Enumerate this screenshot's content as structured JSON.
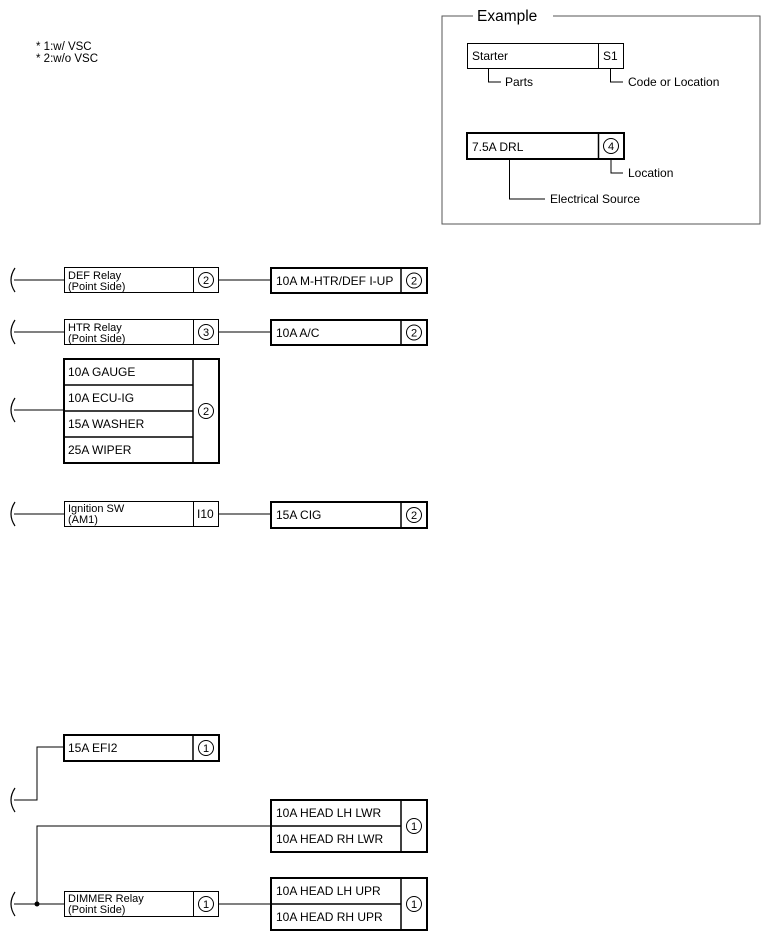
{
  "notes": [
    "* 1:w/ VSC",
    "* 2:w/o VSC"
  ],
  "example": {
    "title": "Example",
    "part_name": "Starter",
    "part_code": "S1",
    "parts_caption": "Parts",
    "code_caption": "Code or Location",
    "source_name": "7.5A DRL",
    "source_location": "4",
    "location_caption": "Location",
    "source_caption": "Electrical Source"
  },
  "rows": {
    "def_relay": {
      "label_line1": "DEF Relay",
      "label_line2": "(Point Side)",
      "location": "2"
    },
    "fuse_m_htr": {
      "label": "10A M-HTR/DEF I-UP",
      "location": "2"
    },
    "htr_relay": {
      "label_line1": "HTR Relay",
      "label_line2": "(Point Side)",
      "location": "3"
    },
    "fuse_ac": {
      "label": "10A A/C",
      "location": "2"
    },
    "fuse_group": {
      "items": [
        "10A GAUGE",
        "10A ECU-IG",
        "15A WASHER",
        "25A WIPER"
      ],
      "location": "2"
    },
    "ignition_sw": {
      "label_line1": "Ignition SW",
      "label_line2": "(AM1)",
      "code": "I10"
    },
    "fuse_cig": {
      "label": "15A CIG",
      "location": "2"
    },
    "fuse_efi2": {
      "label": "15A EFI2",
      "location": "1"
    },
    "head_lwr": {
      "items": [
        "10A HEAD LH LWR",
        "10A HEAD RH LWR"
      ],
      "location": "1"
    },
    "dimmer_relay": {
      "label_line1": "DIMMER Relay",
      "label_line2": "(Point Side)",
      "location": "1"
    },
    "head_upr": {
      "items": [
        "10A HEAD LH UPR",
        "10A HEAD RH UPR"
      ],
      "location": "1"
    }
  }
}
